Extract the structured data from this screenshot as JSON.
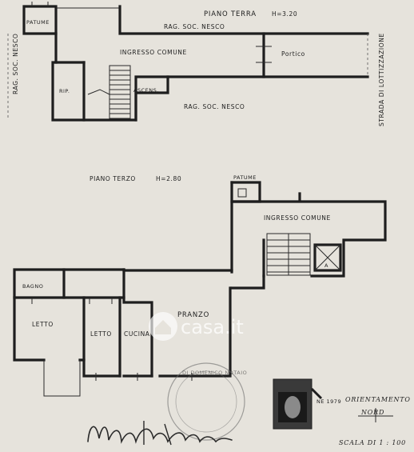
{
  "ground_floor": {
    "title": "PIANO TERRA",
    "height": "H=3.20",
    "rooms": {
      "patume": "PATUME",
      "ingresso": "INGRESSO COMUNE",
      "portico": "Portico",
      "rip": "RIP.",
      "ascensore": "ASCENS.",
      "rag_top": "RAG. SOC. NESCO",
      "rag_bottom": "RAG. SOC. NESCO",
      "rag_left": "RAG. SOC. NESCO",
      "strada": "STRADA DI LOTTIZZAZIONE"
    }
  },
  "third_floor": {
    "title": "PIANO TERZO",
    "height": "H=2.80",
    "rooms": {
      "patume": "PATUME",
      "ingresso": "INGRESSO COMUNE",
      "bagno": "BAGNO",
      "letto1": "LETTO",
      "letto2": "LETTO",
      "cucina": "CUCINA",
      "pranzo": "PRANZO",
      "lift_mark": "A"
    }
  },
  "footer": {
    "orientation": "ORIENTAMENTO",
    "north": "NORD",
    "scale": "SCALA DI 1 : 100",
    "stamp_text": "DI DOMENICO NOTAIO",
    "date_mark": "NE 1979"
  },
  "watermark": "casa.it",
  "colors": {
    "paper": "#e6e3dc",
    "ink": "#1e1e1e",
    "watermark": "#ffffff"
  }
}
